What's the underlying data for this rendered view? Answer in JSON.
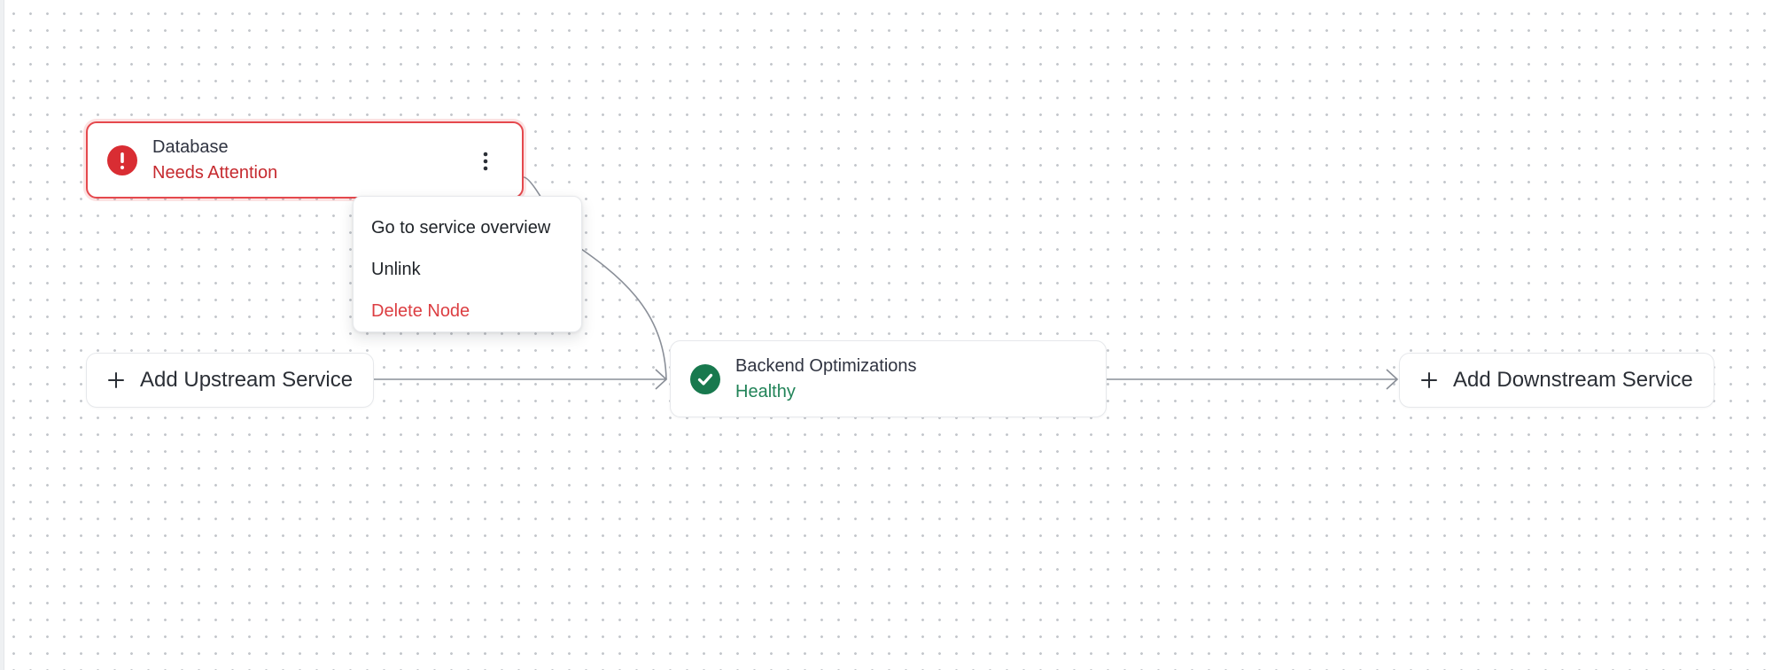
{
  "colors": {
    "danger": "#e5484d",
    "danger_text": "#c62a2f",
    "success": "#18794e",
    "success_text": "#218358",
    "edge": "#8a8f98"
  },
  "nodes": {
    "database": {
      "title": "Database",
      "status": "Needs Attention",
      "icon": "alert-circle-icon",
      "menu_icon": "more-vertical-icon"
    },
    "backend": {
      "title": "Backend Optimizations",
      "status": "Healthy",
      "icon": "check-circle-icon"
    },
    "add_upstream": {
      "label": "Add Upstream Service",
      "icon": "plus-icon"
    },
    "add_downstream": {
      "label": "Add Downstream Service",
      "icon": "plus-icon"
    }
  },
  "context_menu": {
    "items": [
      {
        "label": "Go to service overview"
      },
      {
        "label": "Unlink"
      },
      {
        "label": "Delete Node",
        "variant": "danger"
      }
    ]
  }
}
